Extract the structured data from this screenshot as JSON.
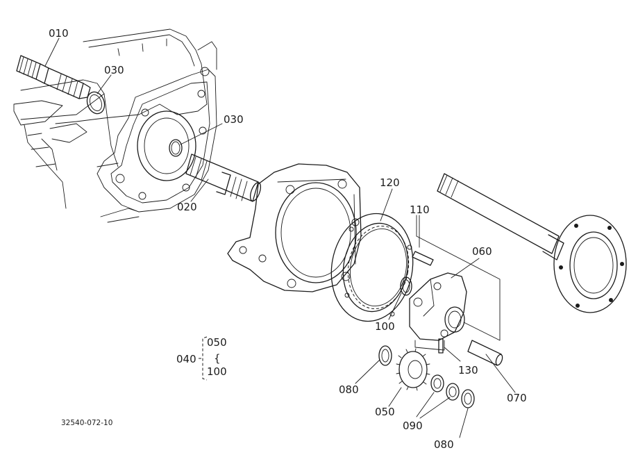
{
  "diagram": {
    "reference_code": "32540-072-10",
    "group_label": "040",
    "group_members": [
      "050",
      "100"
    ],
    "callouts": [
      "010",
      "030",
      "030",
      "020",
      "120",
      "110",
      "060",
      "100",
      "130",
      "070",
      "080",
      "050",
      "090",
      "080"
    ]
  }
}
